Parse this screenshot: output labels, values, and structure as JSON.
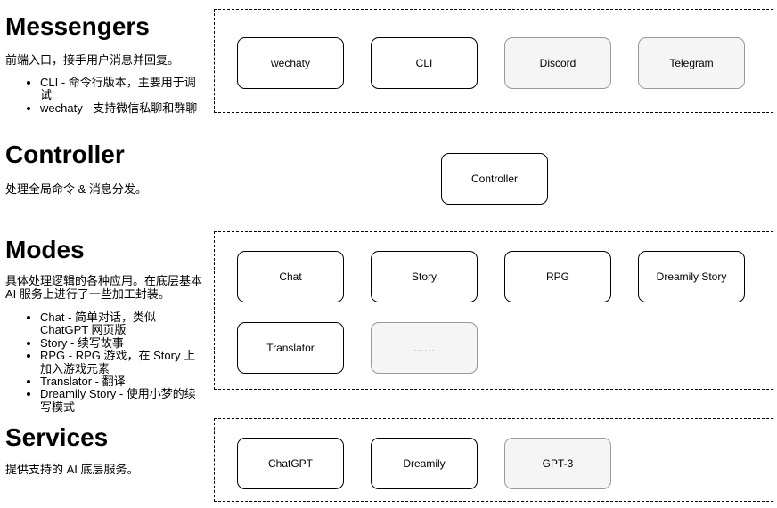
{
  "colors": {
    "background": "#ffffff",
    "text": "#000000",
    "frame_border": "#000000",
    "node_white_fill": "#ffffff",
    "node_white_border": "#000000",
    "node_grey_fill": "#f5f5f5",
    "node_grey_border": "#999999"
  },
  "sections": {
    "messengers": {
      "title": "Messengers",
      "description": "前端入口，接手用户消息并回复。",
      "bullets": [
        "CLI - 命令行版本，主要用于调试",
        "wechaty - 支持微信私聊和群聊"
      ],
      "boxes": [
        {
          "label": "wechaty",
          "variant": "white"
        },
        {
          "label": "CLI",
          "variant": "white"
        },
        {
          "label": "Discord",
          "variant": "grey"
        },
        {
          "label": "Telegram",
          "variant": "grey"
        }
      ]
    },
    "controller": {
      "title": "Controller",
      "description": "处理全局命令 & 消息分发。",
      "box": {
        "label": "Controller",
        "variant": "white"
      }
    },
    "modes": {
      "title": "Modes",
      "description": "具体处理逻辑的各种应用。在底层基本 AI 服务上进行了一些加工封装。",
      "bullets": [
        "Chat - 简单对话，类似 ChatGPT 网页版",
        "Story - 续写故事",
        "RPG - RPG 游戏，在 Story 上加入游戏元素",
        "Translator - 翻译",
        "Dreamily Story - 使用小梦的续写模式"
      ],
      "boxes": [
        {
          "label": "Chat",
          "variant": "white"
        },
        {
          "label": "Story",
          "variant": "white"
        },
        {
          "label": "RPG",
          "variant": "white"
        },
        {
          "label": "Dreamily Story",
          "variant": "white"
        },
        {
          "label": "Translator",
          "variant": "white"
        },
        {
          "label": "……",
          "variant": "grey"
        }
      ]
    },
    "services": {
      "title": "Services",
      "description": "提供支持的 AI 底层服务。",
      "boxes": [
        {
          "label": "ChatGPT",
          "variant": "white"
        },
        {
          "label": "Dreamily",
          "variant": "white"
        },
        {
          "label": "GPT-3",
          "variant": "grey"
        }
      ]
    }
  }
}
